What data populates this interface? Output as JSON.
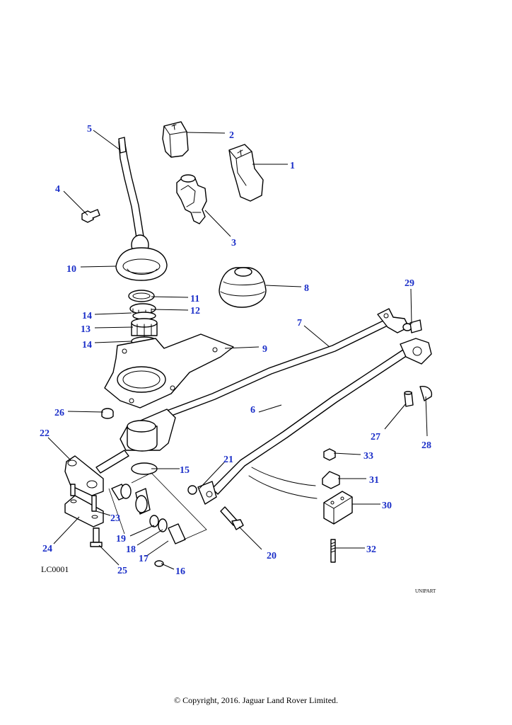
{
  "diagram": {
    "reference_code": "LC0001",
    "brand_mark": "UNIPART",
    "copyright": "© Copyright, 2016. Jaguar Land Rover Limited.",
    "callouts": [
      "1",
      "2",
      "3",
      "4",
      "5",
      "6",
      "7",
      "8",
      "9",
      "10",
      "11",
      "12",
      "13",
      "14",
      "14",
      "15",
      "16",
      "17",
      "18",
      "19",
      "20",
      "21",
      "22",
      "23",
      "24",
      "25",
      "26",
      "27",
      "28",
      "29",
      "30",
      "31",
      "32",
      "33"
    ],
    "link_color": "#1a2ec8"
  }
}
